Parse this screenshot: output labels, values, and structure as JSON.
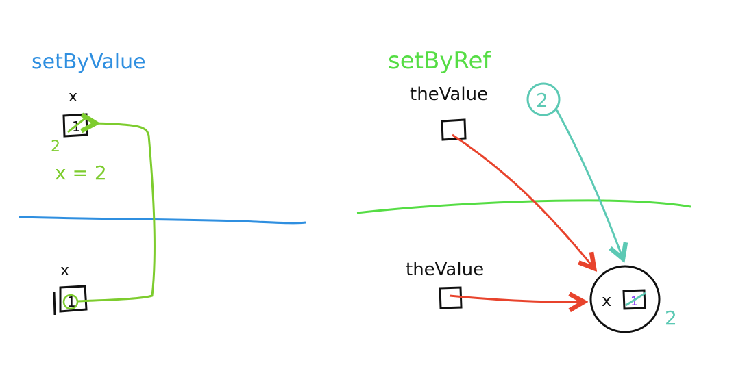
{
  "colors": {
    "blue": "#2f8fe0",
    "green": "#7dcc2e",
    "bright_green": "#55dd44",
    "red": "#e8432c",
    "teal": "#5cc9b4",
    "purple": "#8a3cf0",
    "black": "#111111"
  },
  "left": {
    "title": "setByValue",
    "top_var": "x",
    "top_box_value": "1",
    "top_new_value": "2",
    "assignment": "x = 2",
    "bottom_var": "x",
    "bottom_box_value": "1"
  },
  "right": {
    "title": "setByRef",
    "top_var": "theValue",
    "step_marker": "2",
    "bottom_var": "theValue",
    "circle_var": "x",
    "circle_box_value": "1",
    "circle_new_value": "2"
  }
}
